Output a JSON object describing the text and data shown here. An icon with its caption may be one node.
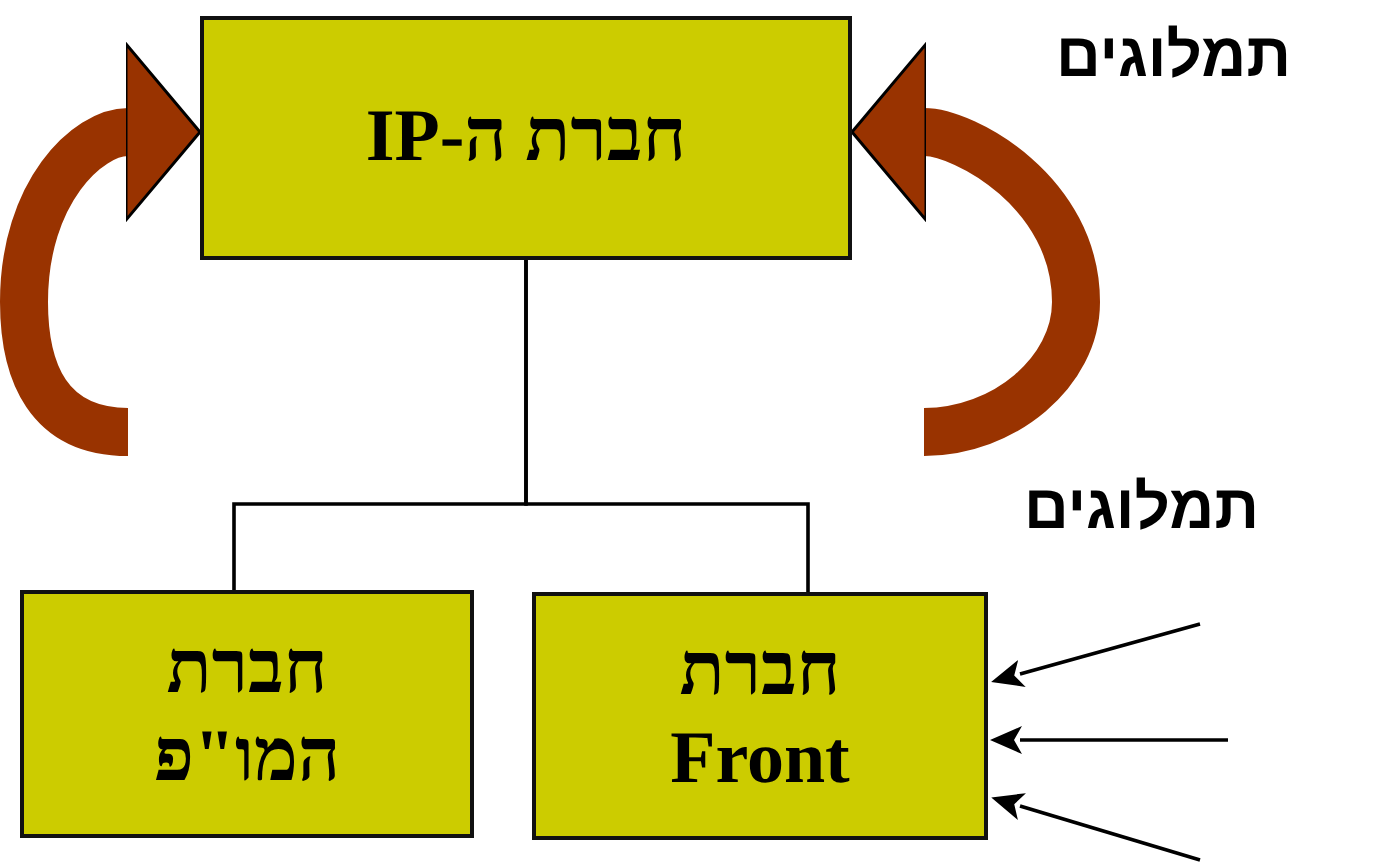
{
  "diagram": {
    "nodes": [
      {
        "text": [
          "חברת ה-IP"
        ]
      },
      {
        "text": [
          "חברת המו\"פ"
        ]
      },
      {
        "text": [
          "חברת Front"
        ]
      }
    ],
    "edges": [
      {
        "from": 0,
        "to": 1,
        "arrow": "none"
      },
      {
        "from": 0,
        "to": 2,
        "arrow": "none"
      },
      {
        "from": null,
        "to": 0,
        "arrow": "to",
        "style": "thick",
        "color": "#993300"
      },
      {
        "from": null,
        "to": 0,
        "arrow": "to",
        "style": "thick",
        "color": "#993300"
      },
      {
        "from": null,
        "to": 2,
        "arrow": "to"
      },
      {
        "from": null,
        "to": 2,
        "arrow": "to"
      },
      {
        "from": null,
        "to": 2,
        "arrow": "to"
      }
    ],
    "labels": [
      "תמלוגים",
      "תמלוגים"
    ]
  }
}
